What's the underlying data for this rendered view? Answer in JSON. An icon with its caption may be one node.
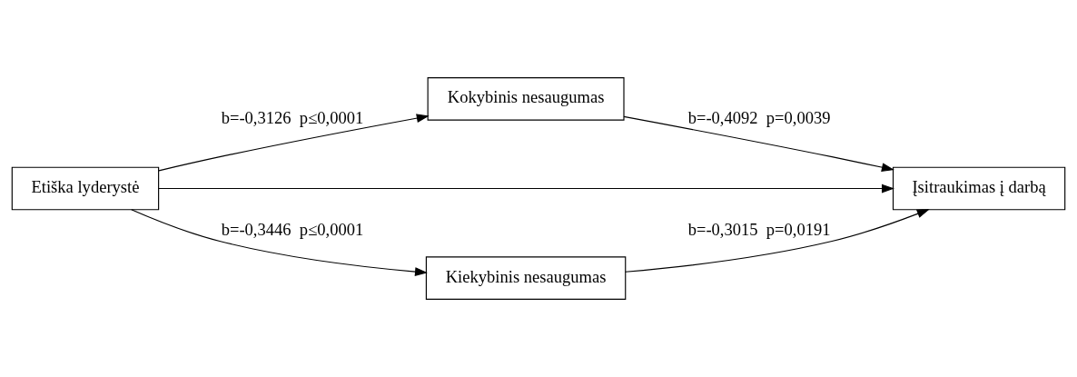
{
  "diagram": {
    "nodes": [
      {
        "text": [
          "Etiška lyderystė"
        ]
      },
      {
        "text": [
          "Kokybinis nesaugumas"
        ]
      },
      {
        "text": [
          "Kiekybinis nesaugumas"
        ]
      },
      {
        "text": [
          "Įsitraukimas į darbą"
        ]
      }
    ],
    "edges": [
      {
        "from": 0,
        "to": 1,
        "arrow": "to",
        "label": "b=-0,3126  p≤0,0001"
      },
      {
        "from": 1,
        "to": 3,
        "arrow": "to",
        "label": "b=-0,4092  p=0,0039"
      },
      {
        "from": 0,
        "to": 3,
        "arrow": "to"
      },
      {
        "from": 0,
        "to": 2,
        "arrow": "to",
        "label": "b=-0,3446  p≤0,0001"
      },
      {
        "from": 2,
        "to": 3,
        "arrow": "to",
        "label": "b=-0,3015  p=0,0191"
      }
    ]
  }
}
